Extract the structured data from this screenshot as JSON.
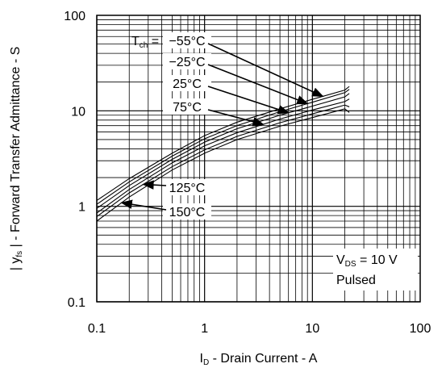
{
  "chart_data": {
    "type": "line",
    "xscale": "log",
    "yscale": "log",
    "xlim": [
      0.1,
      100
    ],
    "ylim": [
      0.1,
      100
    ],
    "grid": true,
    "xlabel_parts": {
      "sym": "I",
      "sub": "D",
      "rest": " - Drain Current - A"
    },
    "ylabel_parts": {
      "pre": "| y",
      "sub": "fs",
      "rest": " | - Forward Transfer Admittance - S"
    },
    "x_ticks": [
      {
        "value": 0.1,
        "label": "0.1"
      },
      {
        "value": 1,
        "label": "1"
      },
      {
        "value": 10,
        "label": "10"
      },
      {
        "value": 100,
        "label": "100"
      }
    ],
    "y_ticks": [
      {
        "value": 0.1,
        "label": "0.1"
      },
      {
        "value": 1,
        "label": "1"
      },
      {
        "value": 10,
        "label": "10"
      },
      {
        "value": 100,
        "label": "100"
      }
    ],
    "series": [
      {
        "name": "−55°C",
        "x": [
          0.1,
          0.2,
          0.5,
          1,
          2,
          5,
          10,
          20,
          22
        ],
        "y": [
          1.15,
          1.95,
          3.6,
          5.5,
          7.6,
          10.5,
          13.2,
          16.5,
          18
        ]
      },
      {
        "name": "−25°C",
        "x": [
          0.1,
          0.2,
          0.5,
          1,
          2,
          5,
          10,
          20,
          22
        ],
        "y": [
          1.05,
          1.8,
          3.35,
          5.1,
          7.0,
          9.8,
          12.3,
          15.5,
          16.8
        ]
      },
      {
        "name": "25°C",
        "x": [
          0.1,
          0.2,
          0.5,
          1,
          2,
          5,
          10,
          20,
          22
        ],
        "y": [
          0.95,
          1.65,
          3.1,
          4.7,
          6.5,
          9.0,
          11.2,
          14.0,
          15.2
        ]
      },
      {
        "name": "75°C",
        "x": [
          0.1,
          0.2,
          0.5,
          1,
          2,
          5,
          10,
          20,
          22
        ],
        "y": [
          0.85,
          1.5,
          2.85,
          4.3,
          5.9,
          8.2,
          10.2,
          12.5,
          13.3
        ]
      },
      {
        "name": "125°C",
        "x": [
          0.1,
          0.2,
          0.5,
          1,
          2,
          5,
          10,
          15,
          20,
          22
        ],
        "y": [
          0.78,
          1.38,
          2.6,
          3.9,
          5.4,
          7.5,
          9.3,
          10.5,
          11.5,
          11.0
        ]
      },
      {
        "name": "150°C",
        "x": [
          0.1,
          0.2,
          0.5,
          1,
          2,
          5,
          10,
          15,
          20,
          22
        ],
        "y": [
          0.7,
          1.25,
          2.4,
          3.6,
          5.0,
          6.9,
          8.5,
          9.6,
          10.5,
          9.6
        ]
      }
    ],
    "annotations": {
      "tch_prefix_sym": "T",
      "tch_prefix_sub": "ch",
      "tch_prefix_rest": " = ",
      "labels": [
        {
          "text": "−55°C",
          "series": 0,
          "target_x": 12.5
        },
        {
          "text": "−25°C",
          "series": 1,
          "target_x": 9.0
        },
        {
          "text": "25°C",
          "series": 2,
          "target_x": 6.0
        },
        {
          "text": "75°C",
          "series": 3,
          "target_x": 3.5
        },
        {
          "text": "125°C",
          "series": 4,
          "target_x": 0.27
        },
        {
          "text": "150°C",
          "series": 5,
          "target_x": 0.17
        }
      ],
      "condition_sym": "V",
      "condition_sub": "DS",
      "condition_rest": " = 10 V",
      "condition_line2": "Pulsed"
    }
  }
}
